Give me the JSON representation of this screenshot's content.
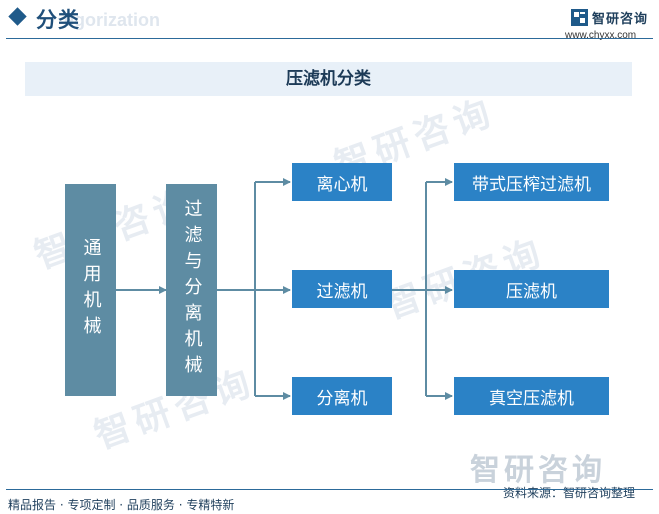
{
  "header": {
    "title": "分类",
    "ghost_text": "egorization",
    "logo_name": "智研咨询",
    "logo_url": "www.chyxx.com"
  },
  "diagram": {
    "title": "压滤机分类",
    "level1": "通用机械",
    "level2": "过滤与分离机械",
    "level3": [
      "离心机",
      "过滤机",
      "分离机"
    ],
    "level4": [
      "带式压榨过滤机",
      "压滤机",
      "真空压滤机"
    ]
  },
  "watermark": {
    "text": "智研咨询"
  },
  "footer": {
    "tagline": "精品报告 · 专项定制 · 品质服务 · 专精特新",
    "source": "资料来源：智研咨询整理"
  },
  "colors": {
    "accent": "#2b82c6",
    "muted_box": "#5e8ca3",
    "line": "#5e8ca3",
    "title_bg": "#e8f0f8"
  }
}
